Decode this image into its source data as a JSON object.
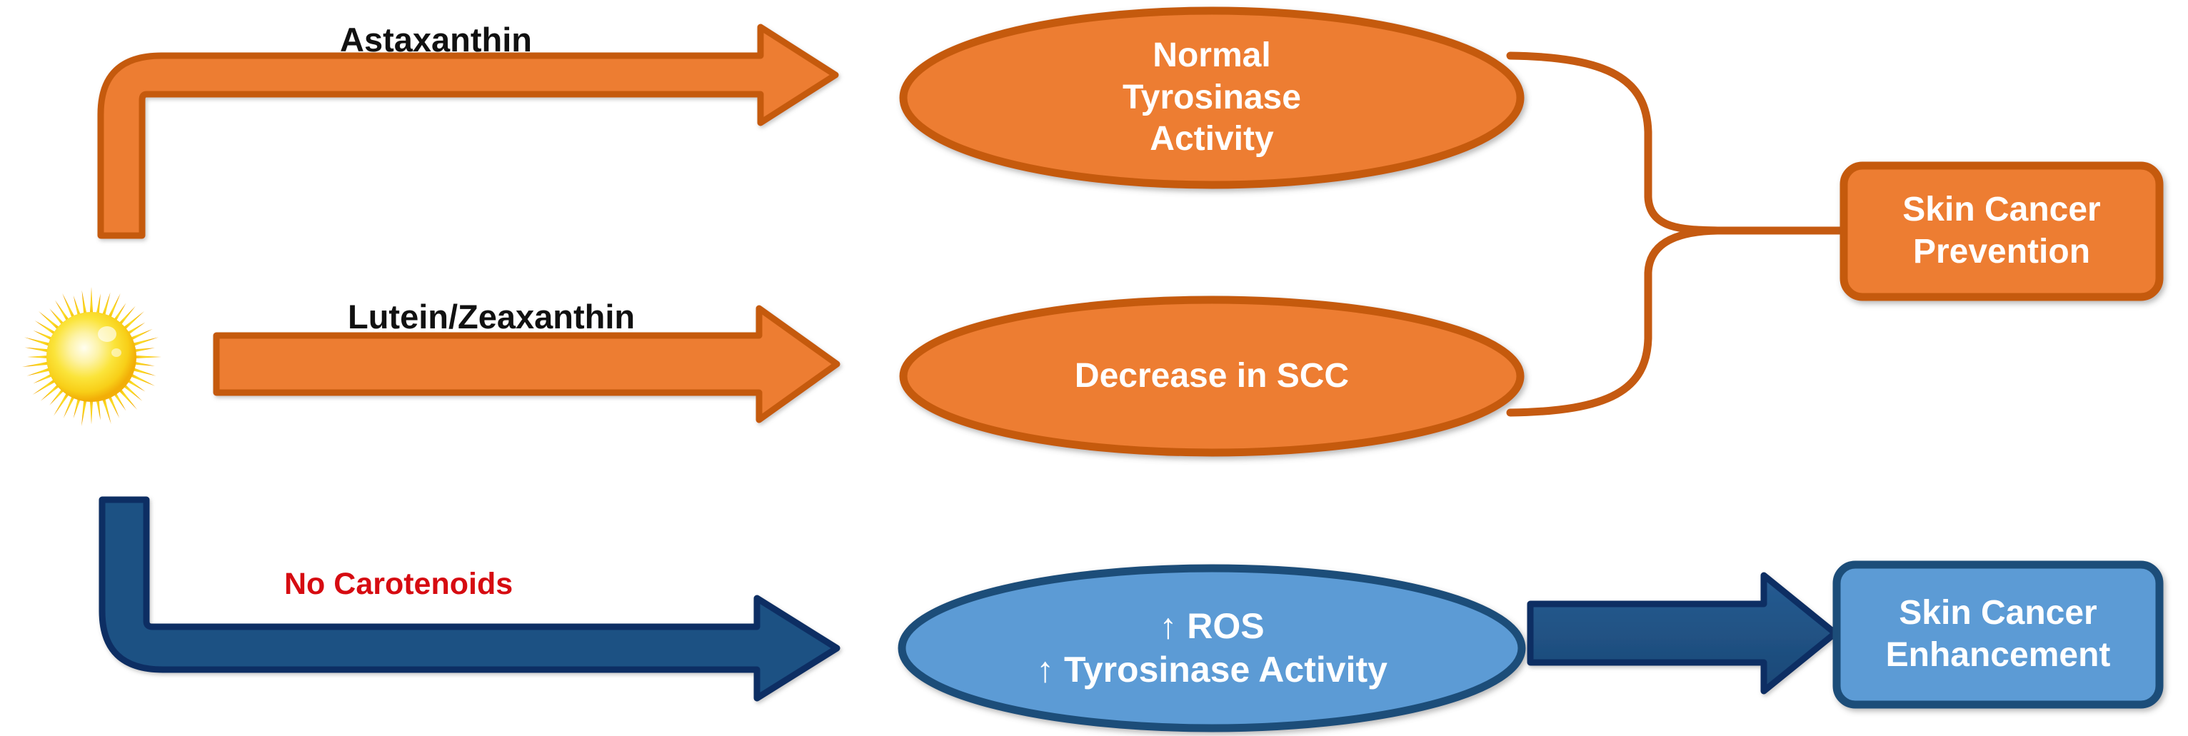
{
  "diagram": {
    "title_text_color_dark": "#111111",
    "colors": {
      "orange_fill": "#ED7D31",
      "orange_stroke": "#C55A11",
      "blue_fill": "#5B9BD5",
      "blue_stroke": "#1F4E79",
      "navy_fill": "#1F5183",
      "navy_stroke": "#0D2F63",
      "red_text": "#D60B11",
      "sun_core": "#FFF9C4",
      "sun_mid": "#FCE63B",
      "sun_outer": "#F5B10A",
      "white": "#FFFFFF"
    },
    "sun": {
      "icon_name": "sun-icon",
      "label": "sun-uv-source"
    },
    "pathways": [
      {
        "id": "astaxanthin",
        "arrow_caption": "Astaxanthin",
        "caption_style": "dark",
        "arrow_color": "orange",
        "node_text": "Normal\nTyrosinase\nActivity",
        "node_shape": "ellipse",
        "node_color": "orange"
      },
      {
        "id": "lutein-zeaxanthin",
        "arrow_caption": "Lutein/Zeaxanthin",
        "caption_style": "dark",
        "arrow_color": "orange",
        "node_text": "Decrease in SCC",
        "node_shape": "ellipse",
        "node_color": "orange"
      },
      {
        "id": "no-carotenoids",
        "arrow_caption": "No Carotenoids",
        "caption_style": "red",
        "arrow_color": "navy",
        "node_text": "↑ ROS\n↑ Tyrosinase Activity",
        "node_shape": "ellipse",
        "node_color": "blue"
      }
    ],
    "outcomes": [
      {
        "id": "skin-cancer-prevention",
        "text": "Skin Cancer\nPrevention",
        "color": "orange",
        "connector": "brace"
      },
      {
        "id": "skin-cancer-enhancement",
        "text": "Skin Cancer\nEnhancement",
        "color": "blue",
        "connector": "arrow"
      }
    ]
  }
}
